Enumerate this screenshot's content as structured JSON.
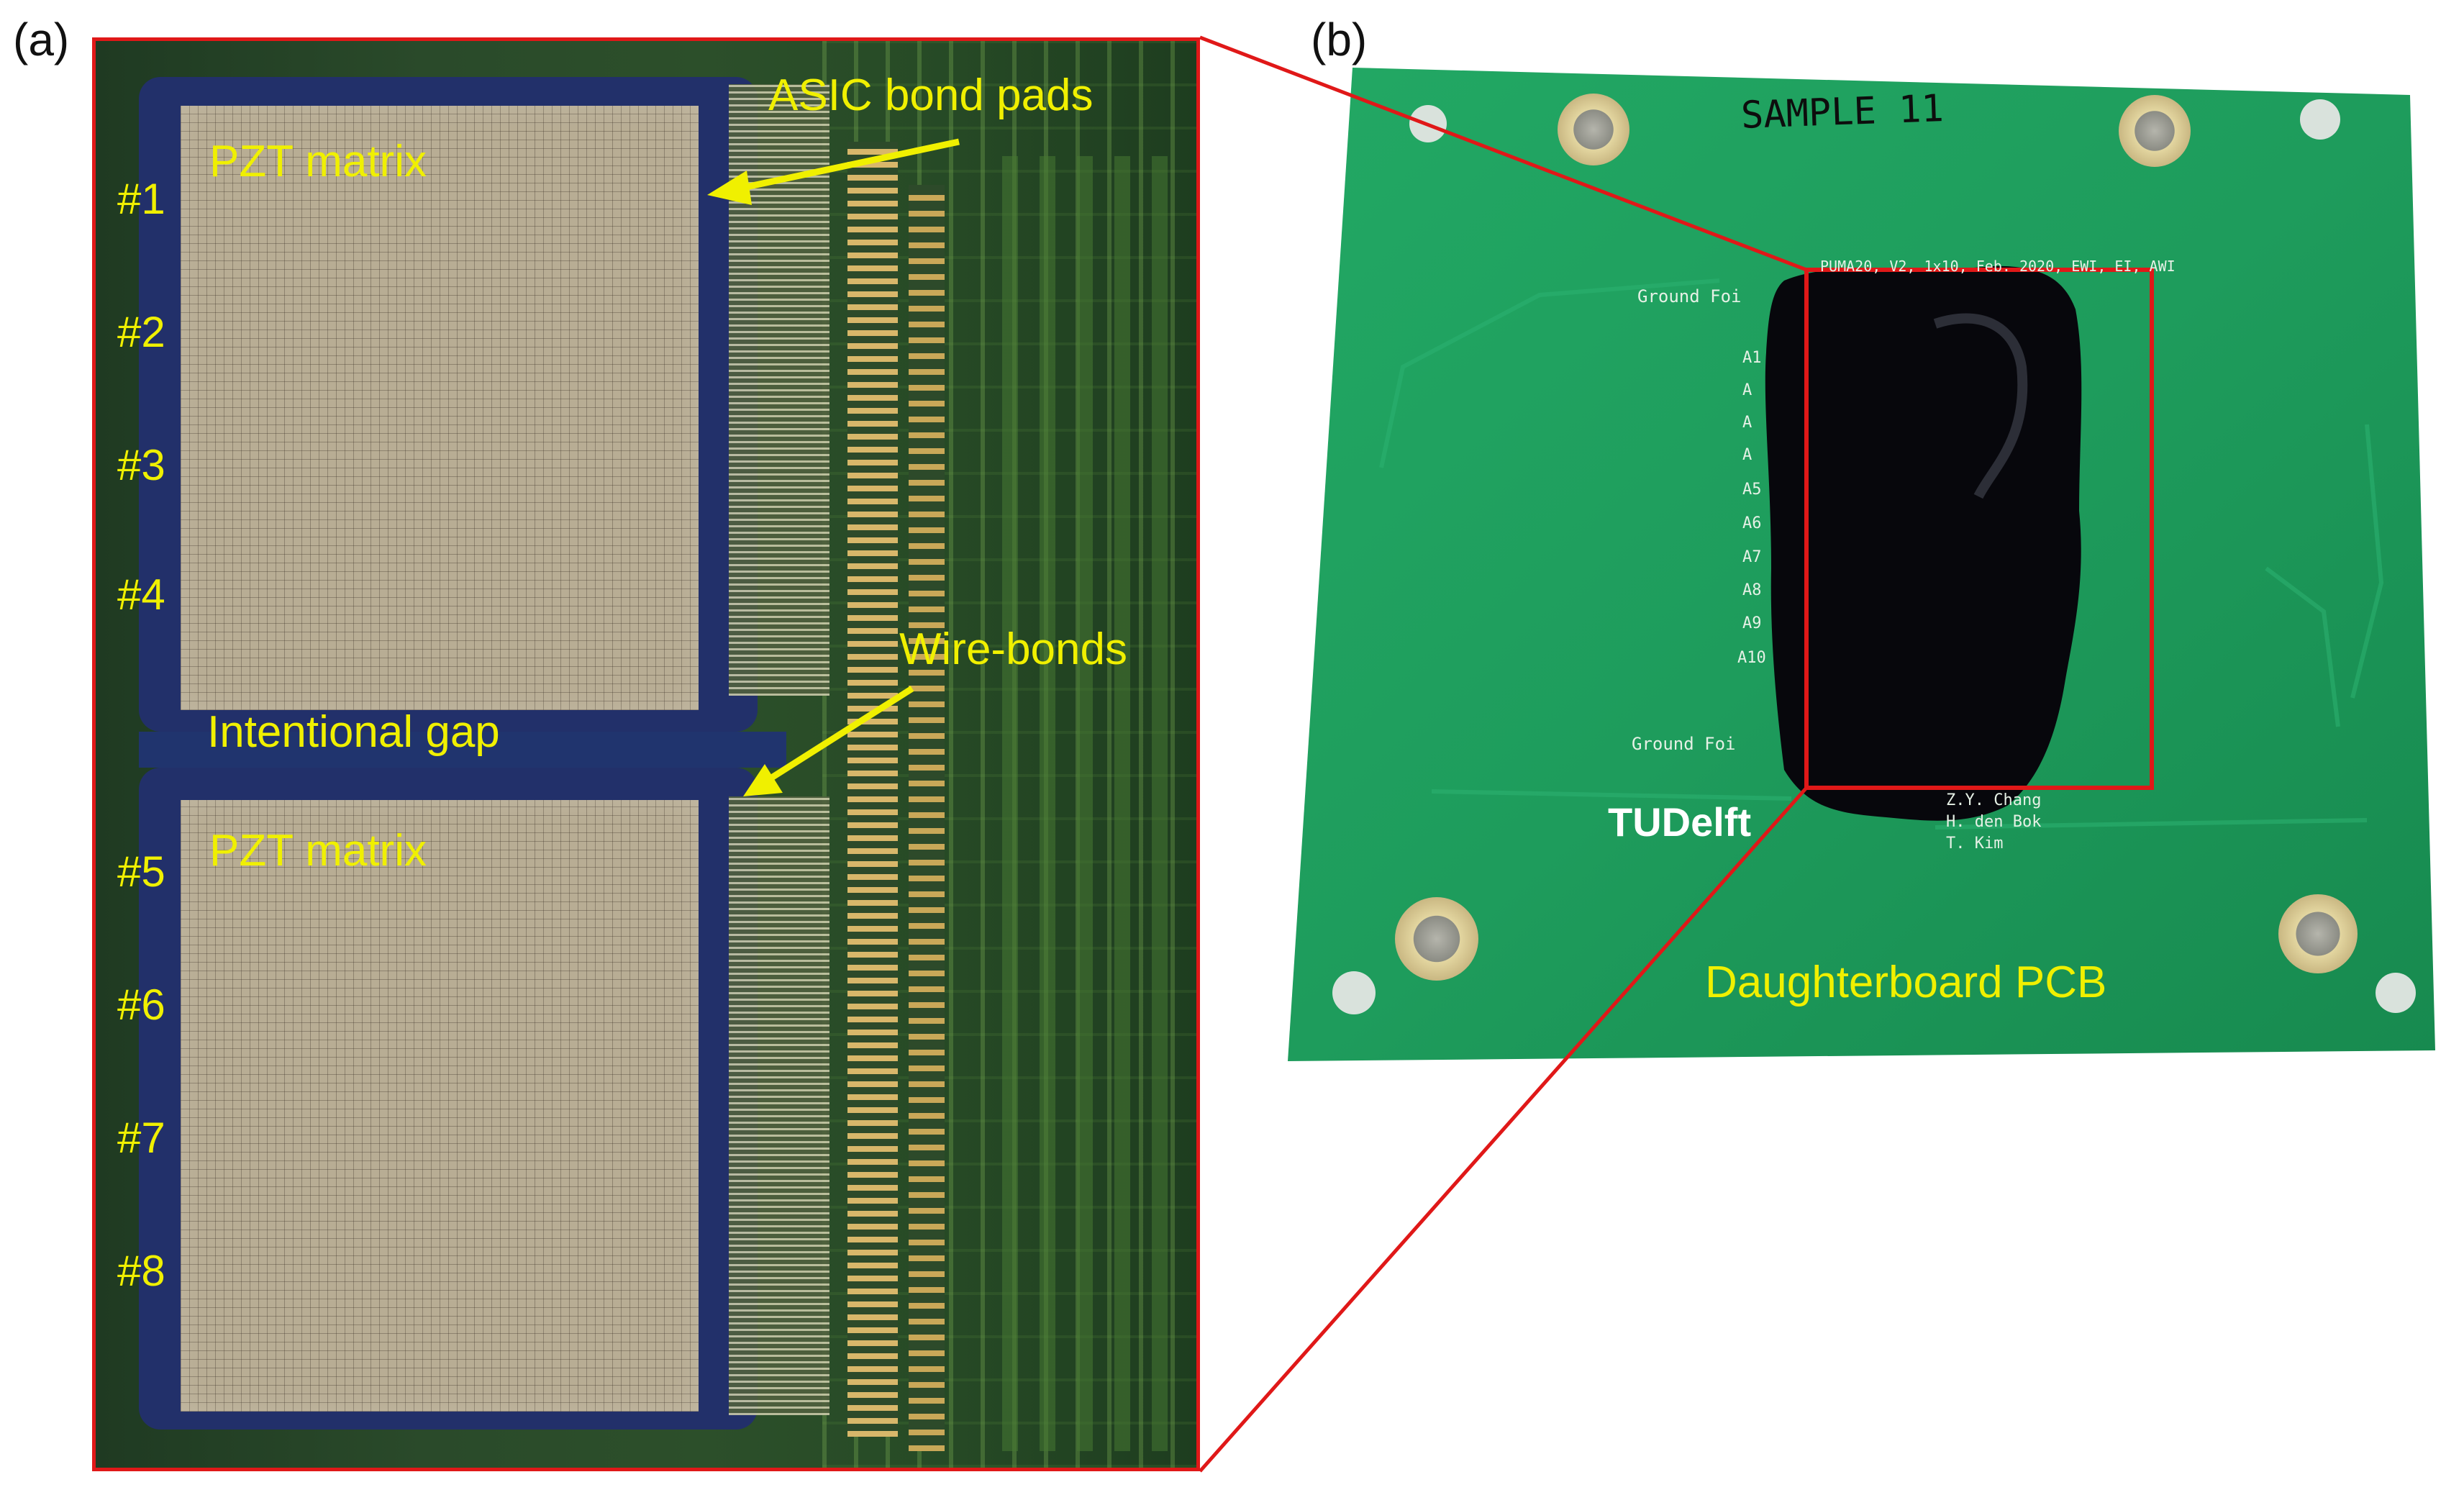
{
  "panels": {
    "a": "(a)",
    "b": "(b)"
  },
  "panel_a": {
    "annotations": {
      "asic_bond_pads": "ASIC bond pads",
      "wire_bonds": "Wire-bonds",
      "intentional_gap": "Intentional gap",
      "pzt_matrix_top": "PZT matrix",
      "pzt_matrix_bottom": "PZT matrix"
    },
    "element_numbers": [
      "#1",
      "#2",
      "#3",
      "#4",
      "#5",
      "#6",
      "#7",
      "#8"
    ],
    "colors": {
      "annotation_text": "#f0f000",
      "frame_border": "#e01818"
    }
  },
  "panel_b": {
    "handwriting": "SAMPLE 11",
    "label": "Daughterboard PCB",
    "silkscreen": {
      "header_line": "PUMA20, V2, 1x10, Feb. 2020, EWI, EI, AWI",
      "ground_top": "Ground Foi",
      "ground_bottom": "Ground Foi",
      "rows": [
        "A1",
        "A",
        "A",
        "A",
        "A5",
        "A6",
        "A7",
        "A8",
        "A9",
        "A10"
      ],
      "credits": [
        "Z.Y. Chang",
        "H. den Bok",
        "T. Kim"
      ]
    },
    "logo_text": "TUDelft",
    "colors": {
      "board": "#1e9a5a",
      "zoom_box": "#e01818"
    }
  }
}
